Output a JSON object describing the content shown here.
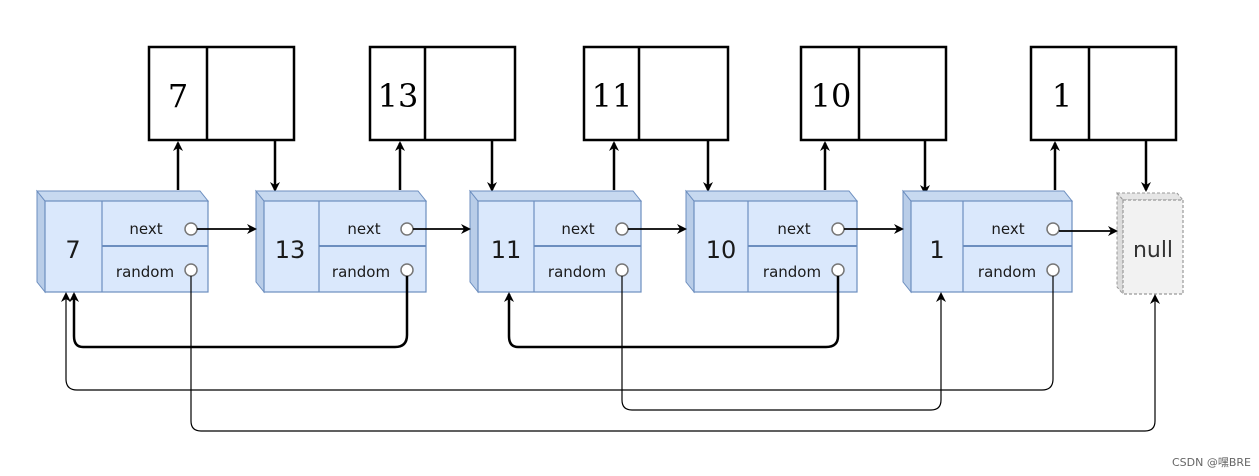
{
  "copies": [
    {
      "label": "7"
    },
    {
      "label": "13"
    },
    {
      "label": "11"
    },
    {
      "label": "10"
    },
    {
      "label": "1"
    }
  ],
  "nodes": [
    {
      "label": "7",
      "next_label": "next",
      "random_label": "random"
    },
    {
      "label": "13",
      "next_label": "next",
      "random_label": "random"
    },
    {
      "label": "11",
      "next_label": "next",
      "random_label": "random"
    },
    {
      "label": "10",
      "next_label": "next",
      "random_label": "random"
    },
    {
      "label": "1",
      "next_label": "next",
      "random_label": "random"
    }
  ],
  "null_label": "null",
  "watermark": "CSDN @嘿BRE",
  "colors": {
    "node_fill": "#dae8fc",
    "node_border": "#6c8ebf",
    "node_side": "#b9cde8",
    "null_fill": "#f2f2f2",
    "null_border": "#999999",
    "line": "#000000"
  }
}
